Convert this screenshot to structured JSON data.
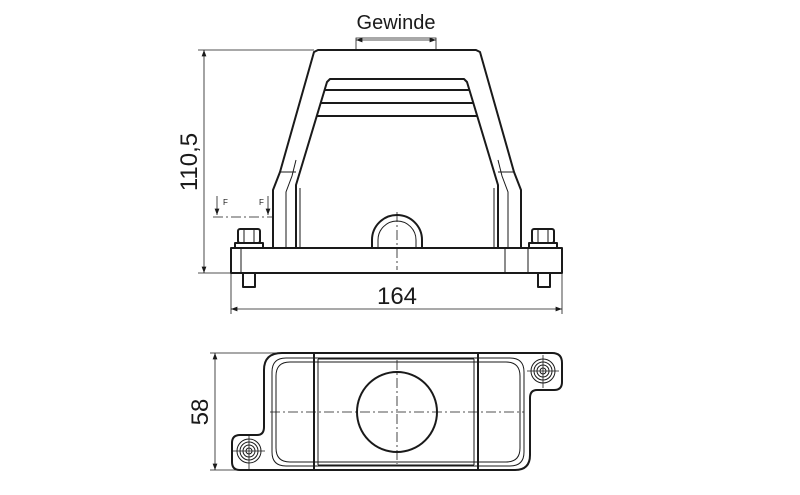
{
  "drawing": {
    "thread_label": "Gewinde",
    "height_dim": "110,5",
    "width_dim": "164",
    "depth_dim": "58",
    "force_label_left": "F",
    "force_label_right": "F"
  }
}
